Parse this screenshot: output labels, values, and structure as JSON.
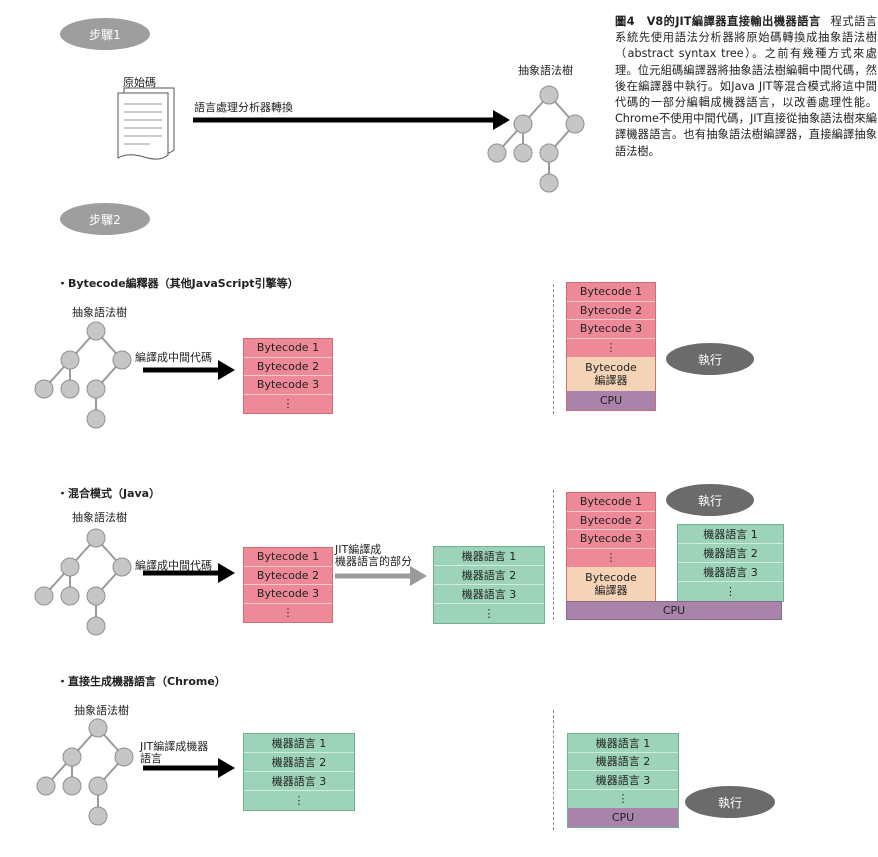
{
  "caption": {
    "title": "圖4　V8的JIT編譯器直接輸出機器語言",
    "body": "程式語言系統先使用語法分析器將原始碼轉換成抽象語法樹（abstract syntax tree）。之前有幾種方式來處理。位元組碼編譯器將抽象語法樹編輯中間代碼，然後在編譯器中執行。如Java JIT等混合模式將這中間代碼的一部分編輯成機器語言，以改善處理性能。Chrome不使用中間代碼，JIT直接從抽象語法樹來編譯機器語言。也有抽象語法樹編譯器，直接編譯抽象語法樹。"
  },
  "step1": {
    "badge": "步驟1",
    "source_label": "原始碼",
    "arrow_label": "語言處理分析器轉換",
    "tree_label": "抽象語法樹"
  },
  "step2": {
    "badge": "步驟2"
  },
  "section1": {
    "title": "・Bytecode編釋器（其他JavaScript引擎等）",
    "tree_label": "抽象語法樹",
    "arrow_label": "編譯成中間代碼",
    "bytecode": [
      "Bytecode 1",
      "Bytecode 2",
      "Bytecode 3",
      "⋮"
    ],
    "exec_stack": [
      "Bytecode 1",
      "Bytecode 2",
      "Bytecode 3",
      "⋮"
    ],
    "compiler_label_1": "Bytecode",
    "compiler_label_2": "編譯器",
    "cpu_label": "CPU",
    "exec_label": "執行"
  },
  "section2": {
    "title": "・混合模式（Java）",
    "tree_label": "抽象語法樹",
    "arrow_label": "編譯成中間代碼",
    "bytecode": [
      "Bytecode 1",
      "Bytecode 2",
      "Bytecode 3",
      "⋮"
    ],
    "jit_label_1": "JIT編譯成",
    "jit_label_2": "機器語言的部分",
    "machine": [
      "機器語言 1",
      "機器語言 2",
      "機器語言 3",
      "⋮"
    ],
    "exec_stack": [
      "Bytecode 1",
      "Bytecode 2",
      "Bytecode 3",
      "⋮"
    ],
    "exec_machine": [
      "機器語言 1",
      "機器語言 2",
      "機器語言 3",
      "⋮"
    ],
    "compiler_label_1": "Bytecode",
    "compiler_label_2": "編譯器",
    "cpu_label": "CPU",
    "exec_label": "執行"
  },
  "section3": {
    "title": "・直接生成機器語言（Chrome）",
    "tree_label": "抽象語法樹",
    "arrow_label_1": "JIT編譯成機器",
    "arrow_label_2": "語言",
    "machine": [
      "機器語言 1",
      "機器語言 2",
      "機器語言 3",
      "⋮"
    ],
    "exec_machine": [
      "機器語言 1",
      "機器語言 2",
      "機器語言 3",
      "⋮"
    ],
    "cpu_label": "CPU",
    "exec_label": "執行"
  },
  "colors": {
    "bytecode": "#ee8a97",
    "machine_code": "#9dd3b8",
    "compiler": "#f4d3b6",
    "cpu": "#a983aa",
    "node": "#c6c6c6",
    "badge": "#9e9e9e",
    "exec_badge": "#6b6b6b"
  }
}
